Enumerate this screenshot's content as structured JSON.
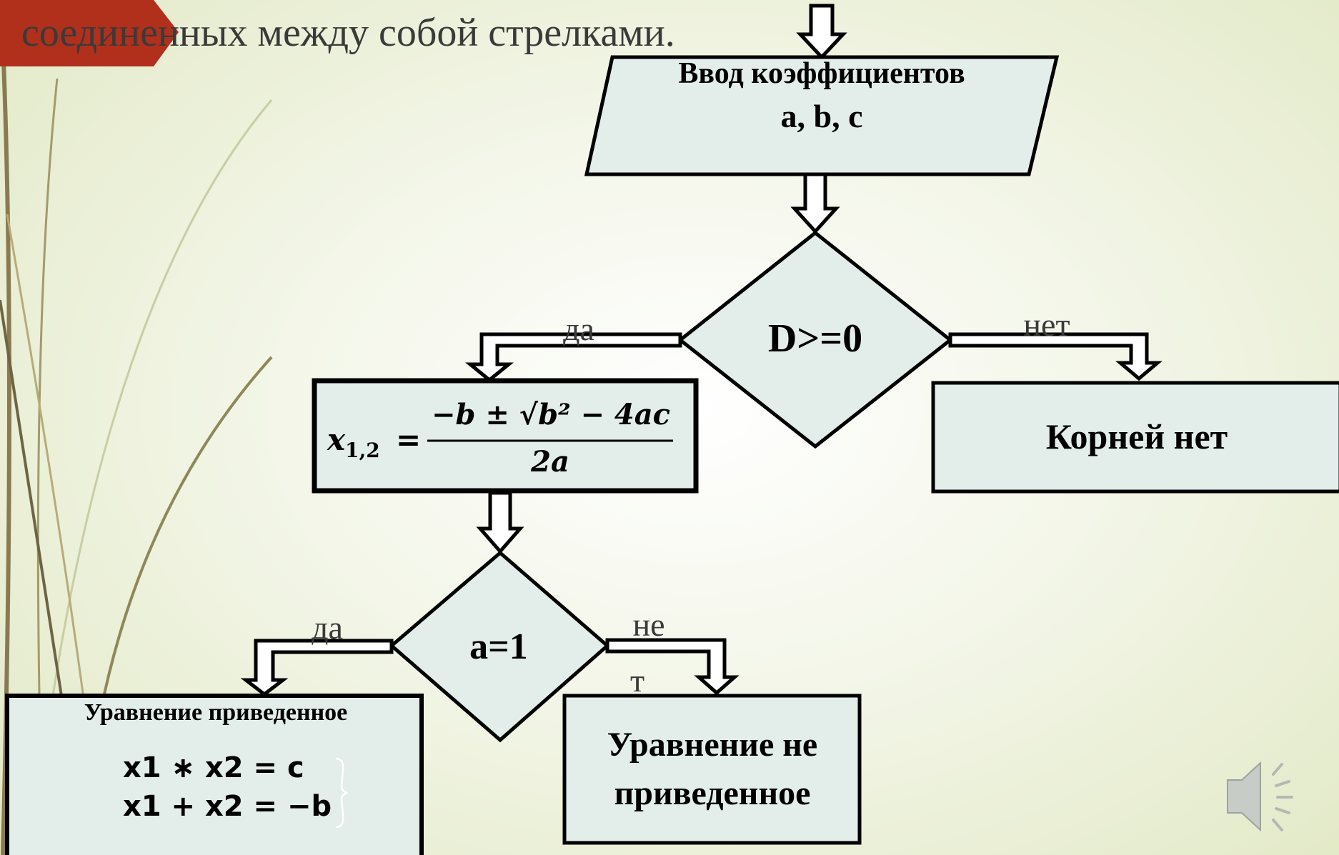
{
  "slide": {
    "heading_line": "соединенных между собой стрелками."
  },
  "flowchart": {
    "input_box": {
      "line1": "Ввод коэффициентов",
      "line2": "a, b, c"
    },
    "decision1": {
      "label": "D>=0",
      "yes_label": "да",
      "no_label": "нет"
    },
    "no_roots_box": {
      "label": "Корней нет"
    },
    "formula_box": {
      "lhs_var": "x",
      "lhs_sub": "1,2",
      "equals": "=",
      "numerator": "−b ± √b² − 4ac",
      "denominator": "2a"
    },
    "decision2": {
      "label": "a=1",
      "yes_label": "да",
      "no_label_part1": "не",
      "no_label_part2": "т"
    },
    "reduced_box": {
      "title": "Уравнение приведенное",
      "formula1": "x1 ∗ x2 = c",
      "formula2": "x1 + x2 = −b"
    },
    "not_reduced_box": {
      "line1": "Уравнение не",
      "line2": "приведенное"
    }
  },
  "icons": [
    "speaker-icon"
  ],
  "colors": {
    "shape_fill": "#e3eeeb",
    "stroke": "#000000",
    "accent_banner": "#b0301c",
    "heading_text": "#3a3a3a"
  }
}
